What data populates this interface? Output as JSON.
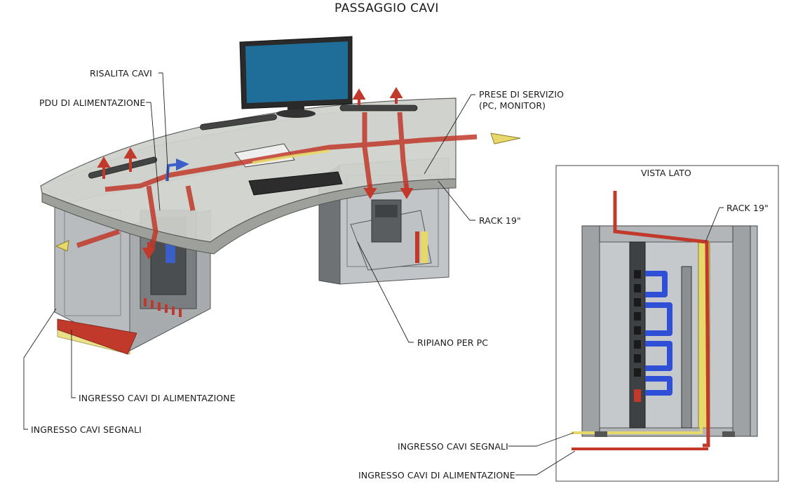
{
  "title": "PASSAGGIO CAVI",
  "labels": {
    "risalita_cavi": "RISALITA CAVI",
    "pdu_alimentazione": "PDU DI ALIMENTAZIONE",
    "prese_servizio_line1": "PRESE DI SERVIZIO",
    "prese_servizio_line2": "(PC, MONITOR)",
    "rack_19_main": "RACK 19\"",
    "ripiano_pc": "RIPIANO PER PC",
    "ingresso_alimentazione_main": "INGRESSO CAVI DI ALIMENTAZIONE",
    "ingresso_segnali_main": "INGRESSO CAVI SEGNALI"
  },
  "side_view": {
    "title": "VISTA LATO",
    "rack_19": "RACK 19\"",
    "ingresso_segnali": "INGRESSO CAVI SEGNALI",
    "ingresso_alimentazione": "INGRESSO CAVI DI ALIMENTAZIONE"
  },
  "colors": {
    "power_cable": "#c0392b",
    "signal_cable": "#e6d96a",
    "service_cable": "#3b5fc9",
    "monitor_screen": "#1f6e9a",
    "metal": "#8c8c8c"
  }
}
